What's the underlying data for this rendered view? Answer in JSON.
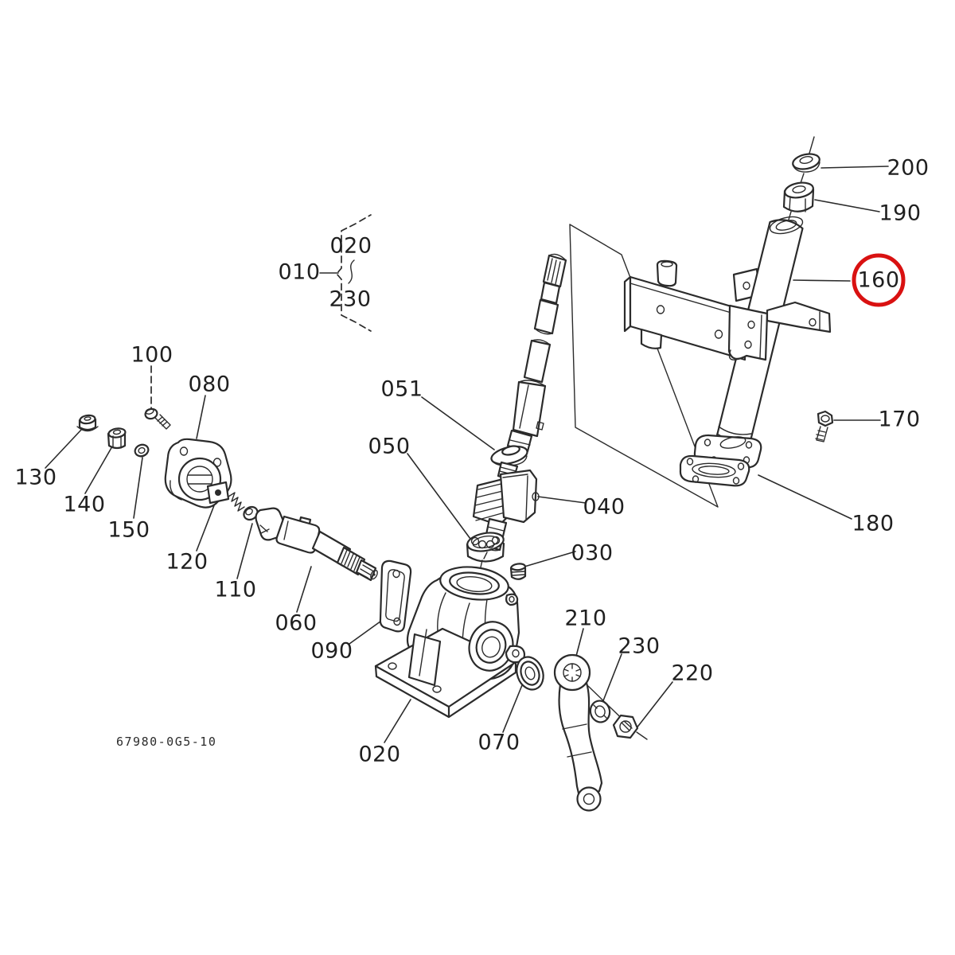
{
  "diagram": {
    "type": "exploded-parts-diagram",
    "figure_code": "67980-0G5-10",
    "colors": {
      "line": "#2b2b2b",
      "highlight": "#d91111",
      "background": "#ffffff"
    },
    "group_bracket": {
      "parent_ref": "010",
      "range_first": "020",
      "range_last": "230"
    },
    "highlighted_ref": "160",
    "callouts": {
      "020": "020",
      "030": "030",
      "040": "040",
      "050": "050",
      "051": "051",
      "060": "060",
      "070": "070",
      "080": "080",
      "090": "090",
      "100": "100",
      "110": "110",
      "120": "120",
      "130": "130",
      "140": "140",
      "150": "150",
      "160": "160",
      "170": "170",
      "180": "180",
      "190": "190",
      "200": "200",
      "210": "210",
      "220": "220",
      "230": "230"
    }
  }
}
